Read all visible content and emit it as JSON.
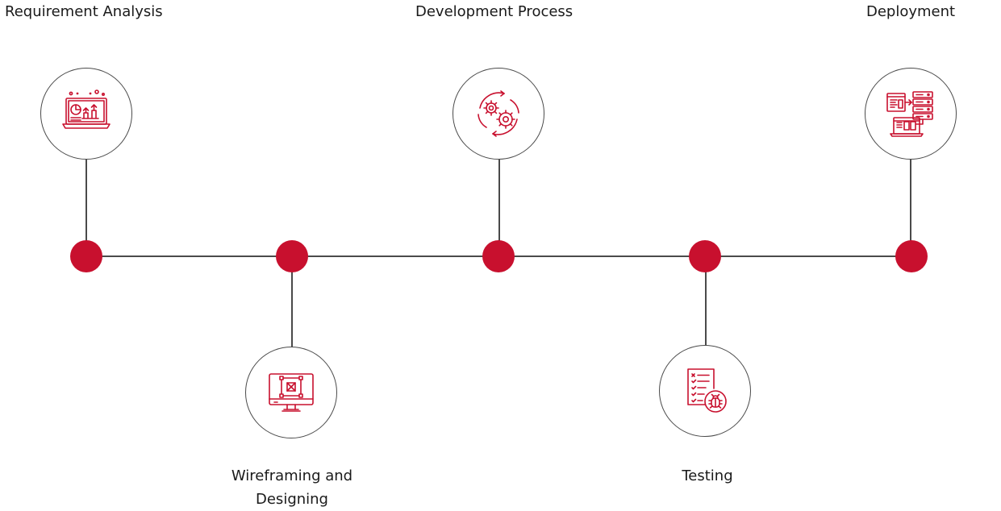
{
  "accent_color": "#c8102e",
  "line_color": "#4a4a4a",
  "steps": [
    {
      "label": "Requirement Analysis",
      "icon": "analytics-laptop-icon"
    },
    {
      "label_line1": "Wireframing and",
      "label_line2": "Designing",
      "icon": "wireframe-monitor-icon"
    },
    {
      "label": "Development Process",
      "icon": "gears-cycle-icon"
    },
    {
      "label": "Testing",
      "icon": "checklist-bug-icon"
    },
    {
      "label": "Deployment",
      "icon": "server-deploy-icon"
    }
  ]
}
